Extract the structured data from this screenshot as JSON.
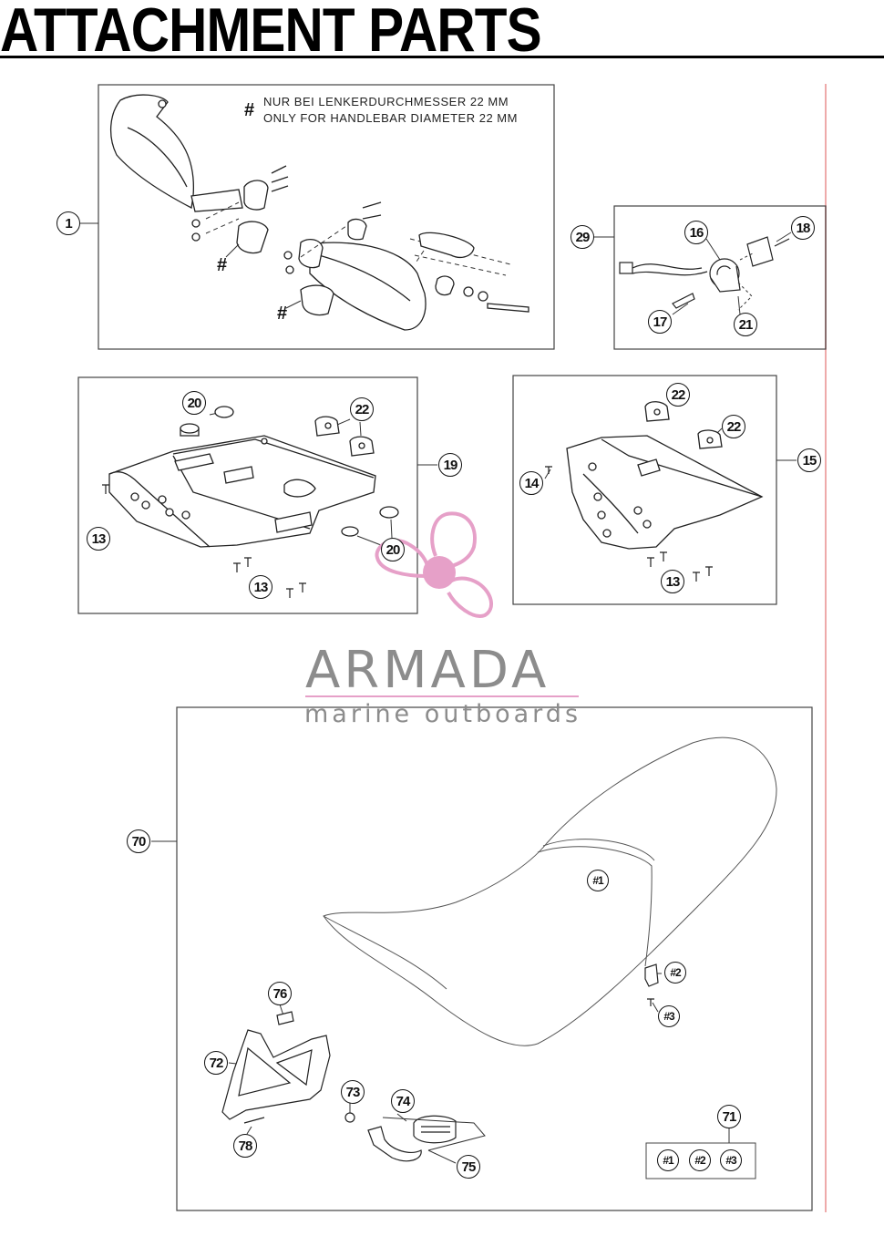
{
  "page": {
    "title": "ATTACHMENT PARTS"
  },
  "notes": {
    "line1": "NUR BEI LENKERDURCHMESSER 22 MM",
    "line2": "ONLY FOR HANDLEBAR DIAMETER 22 MM",
    "hash": "#"
  },
  "watermark": {
    "brand": "ARMADA",
    "tagline": "marine outboards",
    "accent": "#e6a0c8",
    "text_color": "#8c8c8c"
  },
  "callouts": {
    "c1": "1",
    "c29": "29",
    "c16": "16",
    "c18": "18",
    "c17": "17",
    "c21": "21",
    "c20a": "20",
    "c22a": "22",
    "c19": "19",
    "c13a": "13",
    "c20b": "20",
    "c13b": "13",
    "c22b": "22",
    "c22c": "22",
    "c15": "15",
    "c14": "14",
    "c13c": "13",
    "c70": "70",
    "c_h1": "#1",
    "c_h2": "#2",
    "c_h3": "#3",
    "c76": "76",
    "c72": "72",
    "c73": "73",
    "c74": "74",
    "c78": "78",
    "c75": "75",
    "c71": "71",
    "k1": "#1",
    "k2": "#2",
    "k3": "#3"
  },
  "hash_marks": {
    "h1": "#",
    "h2": "#",
    "h3": "#"
  }
}
